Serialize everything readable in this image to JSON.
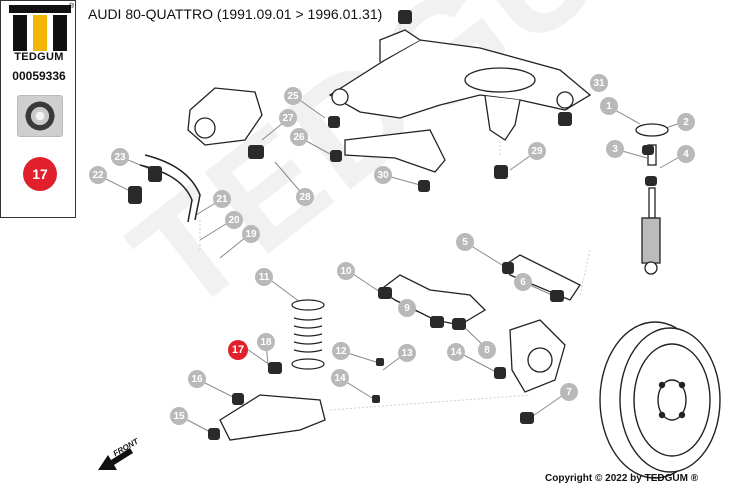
{
  "brand": {
    "name": "TEDGUM",
    "registered": "®",
    "watermark": "TEDGUM"
  },
  "sidebar": {
    "part_number": "00059336",
    "selected_badge": "17"
  },
  "header": {
    "title": "AUDI 80-QUATTRO (1991.09.01 > 1996.01.31)"
  },
  "footer": {
    "copyright": "Copyright © 2022 by TEDGUM ®"
  },
  "front_label": "FRONT",
  "colors": {
    "callout": "#b9b9b9",
    "highlight": "#e0212b",
    "line": "#8a8a8a",
    "part": "#2a2a2a"
  },
  "callouts": {
    "c1": "1",
    "c2": "2",
    "c3": "3",
    "c4": "4",
    "c5": "5",
    "c6": "6",
    "c7": "7",
    "c8": "8",
    "c9": "9",
    "c10": "10",
    "c11": "11",
    "c12": "12",
    "c13": "13",
    "c14": "14",
    "c14b": "14",
    "c15": "15",
    "c16": "16",
    "c17": "17",
    "c18": "18",
    "c19": "19",
    "c20": "20",
    "c21": "21",
    "c22": "22",
    "c23": "23",
    "c25": "25",
    "c26": "26",
    "c27": "27",
    "c28": "28",
    "c29": "29",
    "c30": "30",
    "c31": "31"
  }
}
